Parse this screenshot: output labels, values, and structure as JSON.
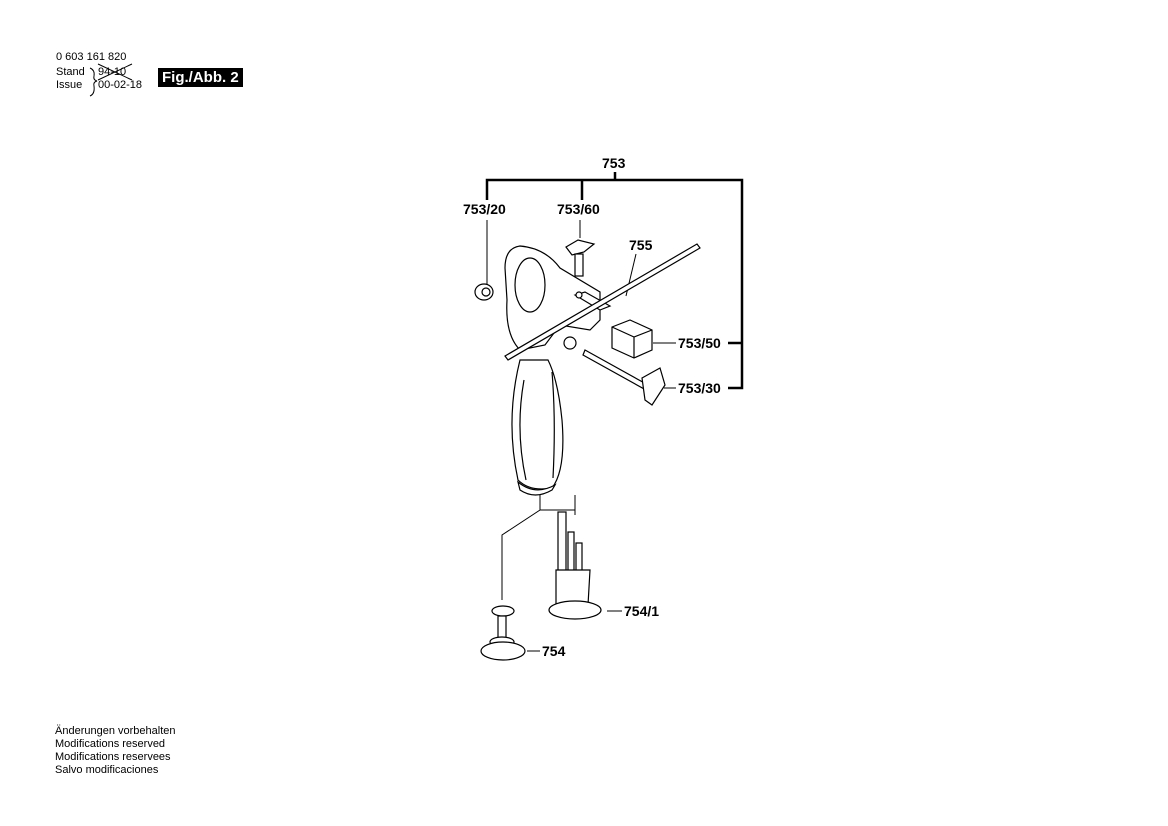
{
  "header": {
    "part_number": "0 603 161 820",
    "stand_label": "Stand",
    "stand_value": "94-10",
    "issue_label": "Issue",
    "issue_value": "00-02-18",
    "figure": "Fig./Abb. 2"
  },
  "diagram": {
    "labels": {
      "p753": "753",
      "p753_20": "753/20",
      "p753_60": "753/60",
      "p755": "755",
      "p753_50": "753/50",
      "p753_30": "753/30",
      "p754_1": "754/1",
      "p754": "754"
    }
  },
  "footer": {
    "lines": [
      "Änderungen vorbehalten",
      "Modifications reserved",
      "Modifications reservees",
      "Salvo modificaciones"
    ]
  }
}
